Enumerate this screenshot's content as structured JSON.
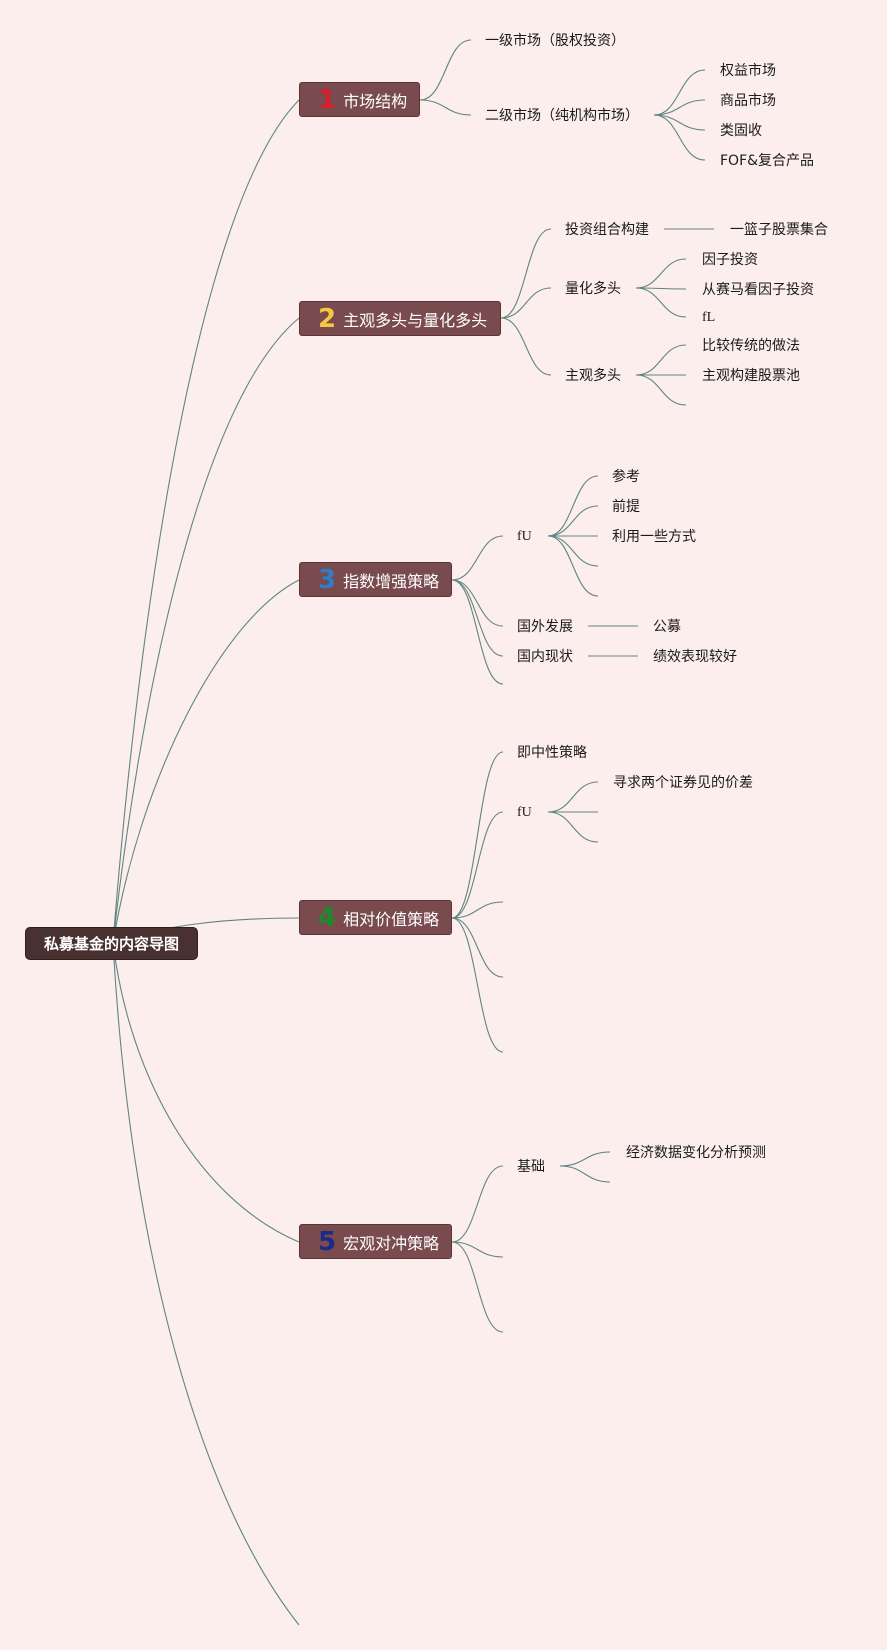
{
  "root": {
    "label": "私募基金的内容导图"
  },
  "colors": {
    "background": "#fdeeee",
    "link": "#5f8580",
    "topic": "#7a4b4e",
    "root": "#4a3131"
  },
  "topics": [
    {
      "number": "1",
      "number_color": "#d81e2c",
      "label": "市场结构",
      "children": [
        {
          "label": "一级市场（股权投资）"
        },
        {
          "label": "二级市场（纯机构市场）",
          "children": [
            "权益市场",
            "商品市场",
            "类固收",
            "FOF&复合产品"
          ]
        }
      ]
    },
    {
      "number": "2",
      "number_color": "#f5c842",
      "label": "主观多头与量化多头",
      "children": [
        {
          "label": "投资组合构建",
          "children": [
            "一篮子股票集合"
          ]
        },
        {
          "label": "量化多头",
          "children": [
            "因子投资",
            "从赛马看因子投资",
            "fL"
          ]
        },
        {
          "label": "主观多头",
          "children": [
            "比较传统的做法",
            "主观构建股票池"
          ]
        }
      ]
    },
    {
      "number": "3",
      "number_color": "#2a7fc8",
      "label": "指数增强策略",
      "children": [
        {
          "label": "fU",
          "children": [
            "参考",
            "前提",
            "利用一些方式"
          ]
        },
        {
          "label": "国外发展",
          "children": [
            "公募"
          ]
        },
        {
          "label": "国内现状",
          "children": [
            "绩效表现较好"
          ]
        }
      ]
    },
    {
      "number": "4",
      "number_color": "#1e8a2e",
      "label": "相对价值策略",
      "children": [
        {
          "label": "即中性策略"
        },
        {
          "label": "fU",
          "children": [
            "寻求两个证券见的价差"
          ]
        }
      ]
    },
    {
      "number": "5",
      "number_color": "#1a2a8a",
      "label": "宏观对冲策略",
      "children": [
        {
          "label": "基础",
          "children": [
            "经济数据变化分析预测"
          ]
        }
      ]
    }
  ]
}
